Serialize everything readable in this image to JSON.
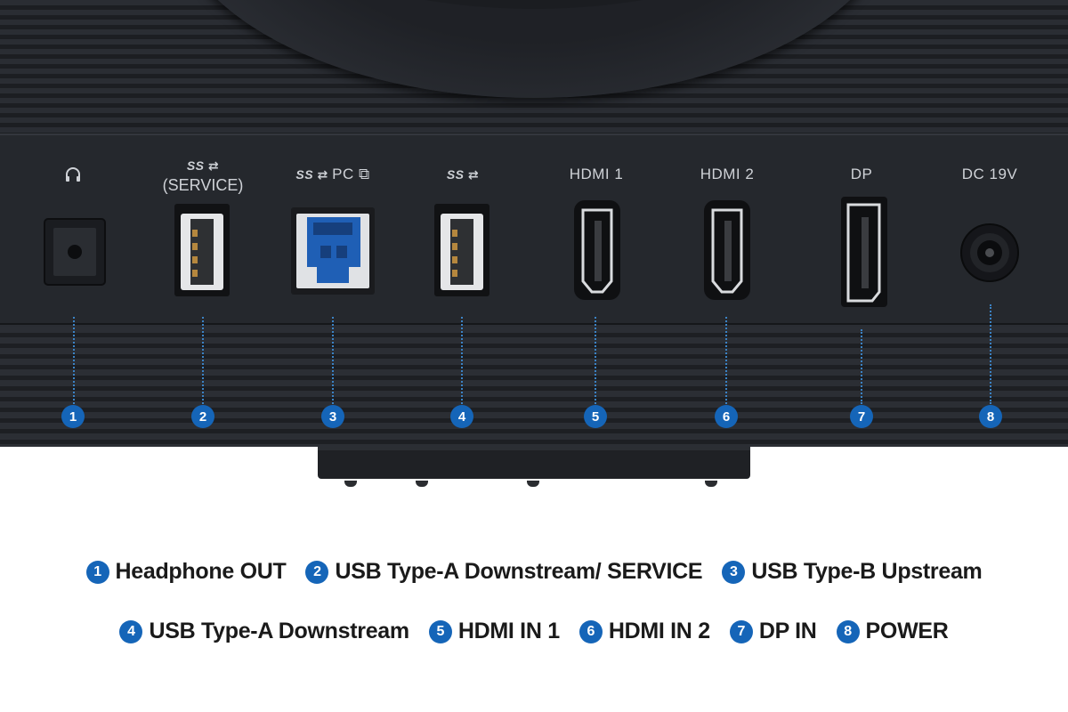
{
  "ports": [
    {
      "num": "1",
      "label": "Headphone OUT",
      "top_label": ""
    },
    {
      "num": "2",
      "label": "USB Type-A Downstream/ SERVICE",
      "top_label": "(SERVICE)"
    },
    {
      "num": "3",
      "label": "USB Type-B Upstream",
      "top_label": "PC"
    },
    {
      "num": "4",
      "label": "USB Type-A Downstream",
      "top_label": ""
    },
    {
      "num": "5",
      "label": "HDMI IN 1",
      "top_label": "HDMI 1"
    },
    {
      "num": "6",
      "label": "HDMI IN 2",
      "top_label": "HDMI 2"
    },
    {
      "num": "7",
      "label": "DP IN",
      "top_label": "DP"
    },
    {
      "num": "8",
      "label": "POWER",
      "top_label": "DC 19V"
    }
  ],
  "ss_mark": "SS",
  "colors": {
    "accent": "#1565b8",
    "panel": "#25282d",
    "usb_b": "#1f5fb5"
  },
  "icons": [
    "headphone-icon",
    "usb-ss-icon",
    "external-input-icon"
  ]
}
